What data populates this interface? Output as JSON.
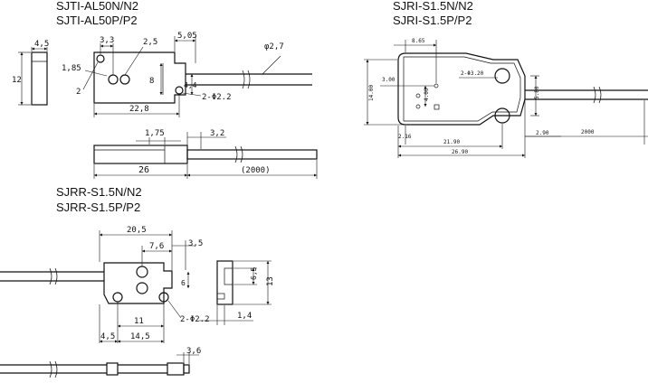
{
  "titles": {
    "sjti_line1": "SJTI-AL50N/N2",
    "sjti_line2": "SJTI-AL50P/P2",
    "sjri_line1": "SJRI-S1.5N/N2",
    "sjri_line2": "SJRI-S1.5P/P2",
    "sjrr_line1": "SJRR-S1.5N/N2",
    "sjrr_line2": "SJRR-S1.5P/P2"
  },
  "sjti": {
    "dim_4_5": "4,5",
    "dim_12": "12",
    "dim_3_3": "3,3",
    "dim_2_5": "2,5",
    "dim_5_05": "5,05",
    "dim_phi_2_7": "φ2,7",
    "dim_1_85": "1,85",
    "dim_8": "8",
    "dim_4_4": "4,4",
    "dim_2": "2",
    "dim_hole": "2-Φ2.2",
    "dim_22_8": "22,8",
    "dim_1_75": "1,75",
    "dim_3_2": "3,2",
    "dim_26": "26",
    "dim_2000": "(2000)"
  },
  "sjri": {
    "dim_8_65": "8.65",
    "dim_3_00": "3.00",
    "dim_hole": "2-Φ3.20",
    "dim_14_00": "14.00",
    "dim_4_00": "4.00",
    "dim_5_80": "5.80",
    "dim_2_16": "2.16",
    "dim_21_90": "21.90",
    "dim_2_90": "2.90",
    "dim_2000": "2000",
    "dim_26_90": "26.90"
  },
  "sjrr": {
    "dim_20_5": "20,5",
    "dim_7_6": "7,6",
    "dim_3_5": "3,5",
    "dim_6": "6",
    "dim_6_5": "6,5",
    "dim_13": "13",
    "dim_11": "11",
    "dim_hole": "2-Φ2.2",
    "dim_1_4": "1,4",
    "dim_4_5": "4,5",
    "dim_14_5": "14,5",
    "dim_3_6": "3,6"
  }
}
